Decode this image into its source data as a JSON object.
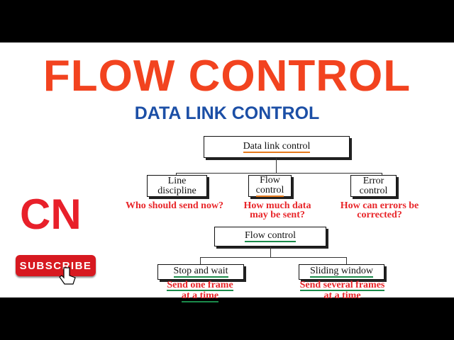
{
  "title": "FLOW CONTROL",
  "subtitle": "DATA LINK CONTROL",
  "badge": "CN",
  "subscribe_label": "SUBSCRIBE",
  "diagram1": {
    "root": "Data link control",
    "children": [
      {
        "line1": "Line",
        "line2": "discipline",
        "question": "Who should send now?"
      },
      {
        "line1": "Flow",
        "line2": "control",
        "question": "How much data may be sent?"
      },
      {
        "line1": "Error",
        "line2": "control",
        "question": "How can errors be corrected?"
      }
    ]
  },
  "diagram2": {
    "root": "Flow control",
    "children": [
      {
        "label": "Stop and wait",
        "note1": "Send one frame",
        "note2": "at a time"
      },
      {
        "label": "Sliding window",
        "note1": "Send several frames",
        "note2": "at a time"
      }
    ]
  },
  "colors": {
    "title": "#f2431f",
    "subtitle": "#1c4fa6",
    "annotation": "#e8262a"
  }
}
